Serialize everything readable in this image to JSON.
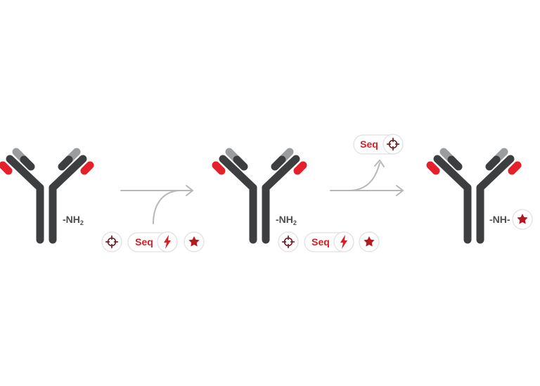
{
  "colors": {
    "heavy_chain": "#3d3e40",
    "light_chain_const": "#9b9c9e",
    "variable_tip": "#e5202a",
    "arrow": "#b6b7b9",
    "chip_border": "#e0e0e0",
    "chip_text": "#d61f26",
    "target_icon": "#6b1a1f",
    "label_text": "#4d4d4f"
  },
  "labels": {
    "amine_1": "-NH",
    "amine_1_sub": "2",
    "amine_2": "-NH",
    "amine_2_sub": "2",
    "amine_3": "-NH-",
    "seq_1": "Seq",
    "seq_2": "Seq",
    "seq_3": "Seq"
  },
  "icons": {
    "target": "crosshair-target-icon",
    "reactive": "lightning-bolt-icon",
    "payload": "star-icon"
  }
}
